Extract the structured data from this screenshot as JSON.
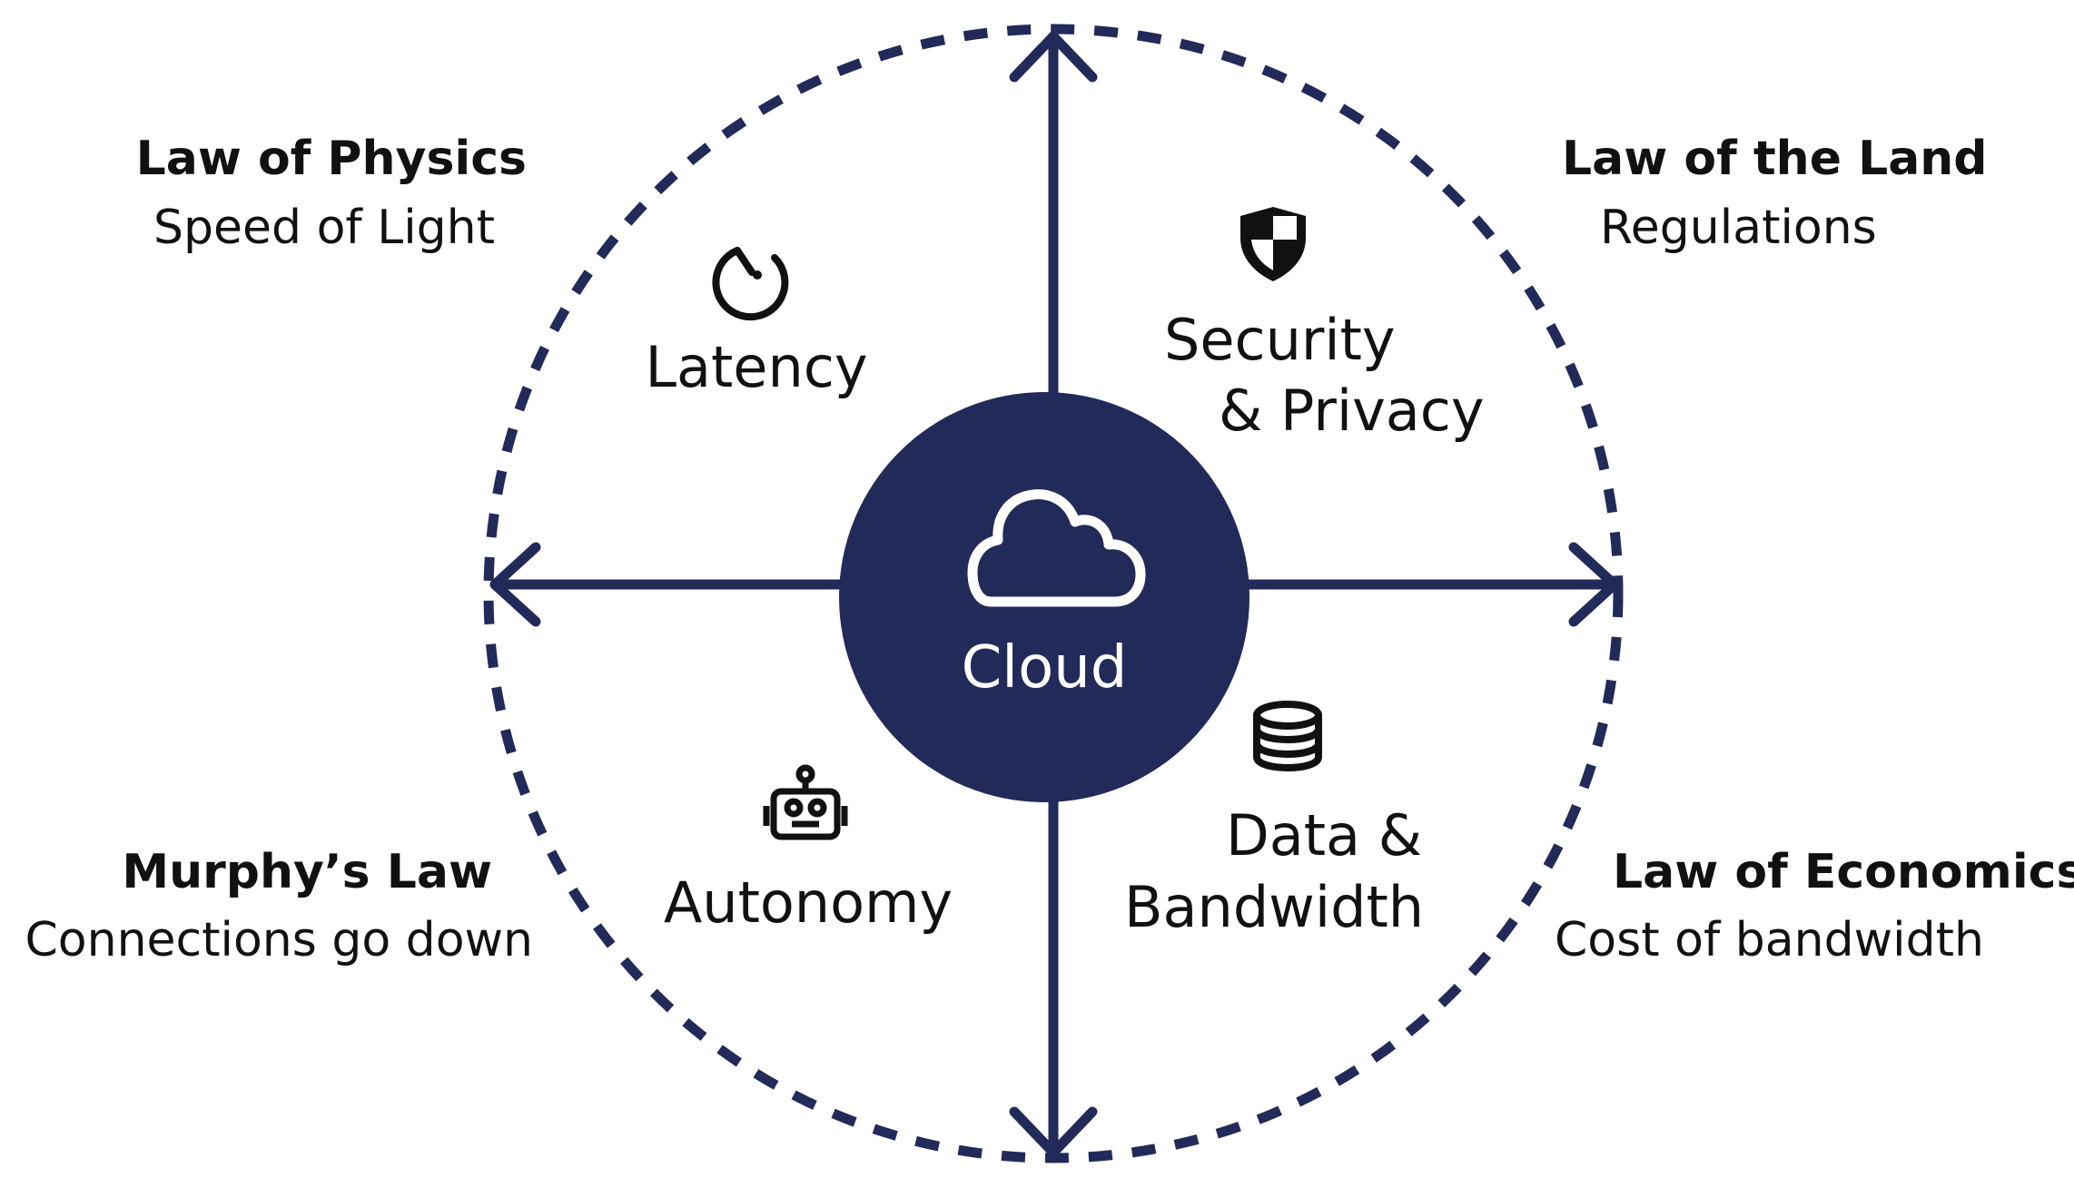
{
  "center": {
    "label": "Cloud"
  },
  "quadrants": {
    "latency": {
      "label": "Latency"
    },
    "security": {
      "line1": "Security",
      "line2": "& Privacy"
    },
    "autonomy": {
      "label": "Autonomy"
    },
    "data": {
      "line1": "Data &",
      "line2": "Bandwidth"
    }
  },
  "laws": {
    "physics": {
      "title": "Law of Physics",
      "subtitle": "Speed of Light"
    },
    "land": {
      "title": "Law of the Land",
      "subtitle": "Regulations"
    },
    "murphy": {
      "title": "Murphy’s Law",
      "subtitle": "Connections go down"
    },
    "economics": {
      "title": "Law of Economics",
      "subtitle": "Cost of bandwidth"
    }
  },
  "colors": {
    "navy": "#222a5a",
    "text": "#111111",
    "white": "#ffffff"
  }
}
